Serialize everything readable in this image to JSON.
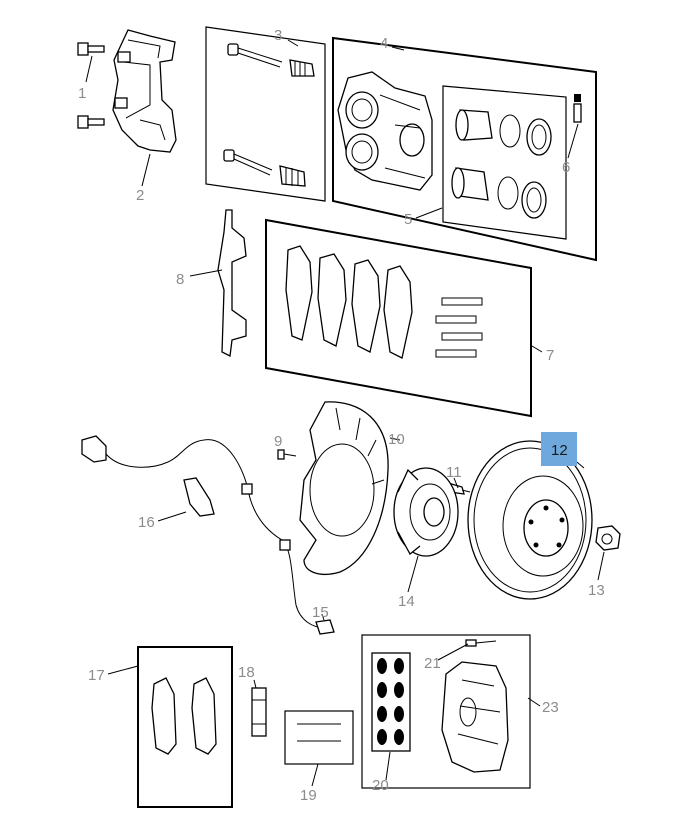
{
  "diagram": {
    "highlighted_callout": "12",
    "highlight_color": "#6fa8dc",
    "label_color": "#8c8c8c",
    "callouts": {
      "c1": "1",
      "c2": "2",
      "c3": "3",
      "c4": "4",
      "c5": "5",
      "c6": "6",
      "c7": "7",
      "c8": "8",
      "c9": "9",
      "c10": "10",
      "c11": "11",
      "c12": "12",
      "c13": "13",
      "c14": "14",
      "c15": "15",
      "c16": "16",
      "c17": "17",
      "c18": "18",
      "c19": "19",
      "c20": "20",
      "c21": "21",
      "c23": "23"
    }
  }
}
